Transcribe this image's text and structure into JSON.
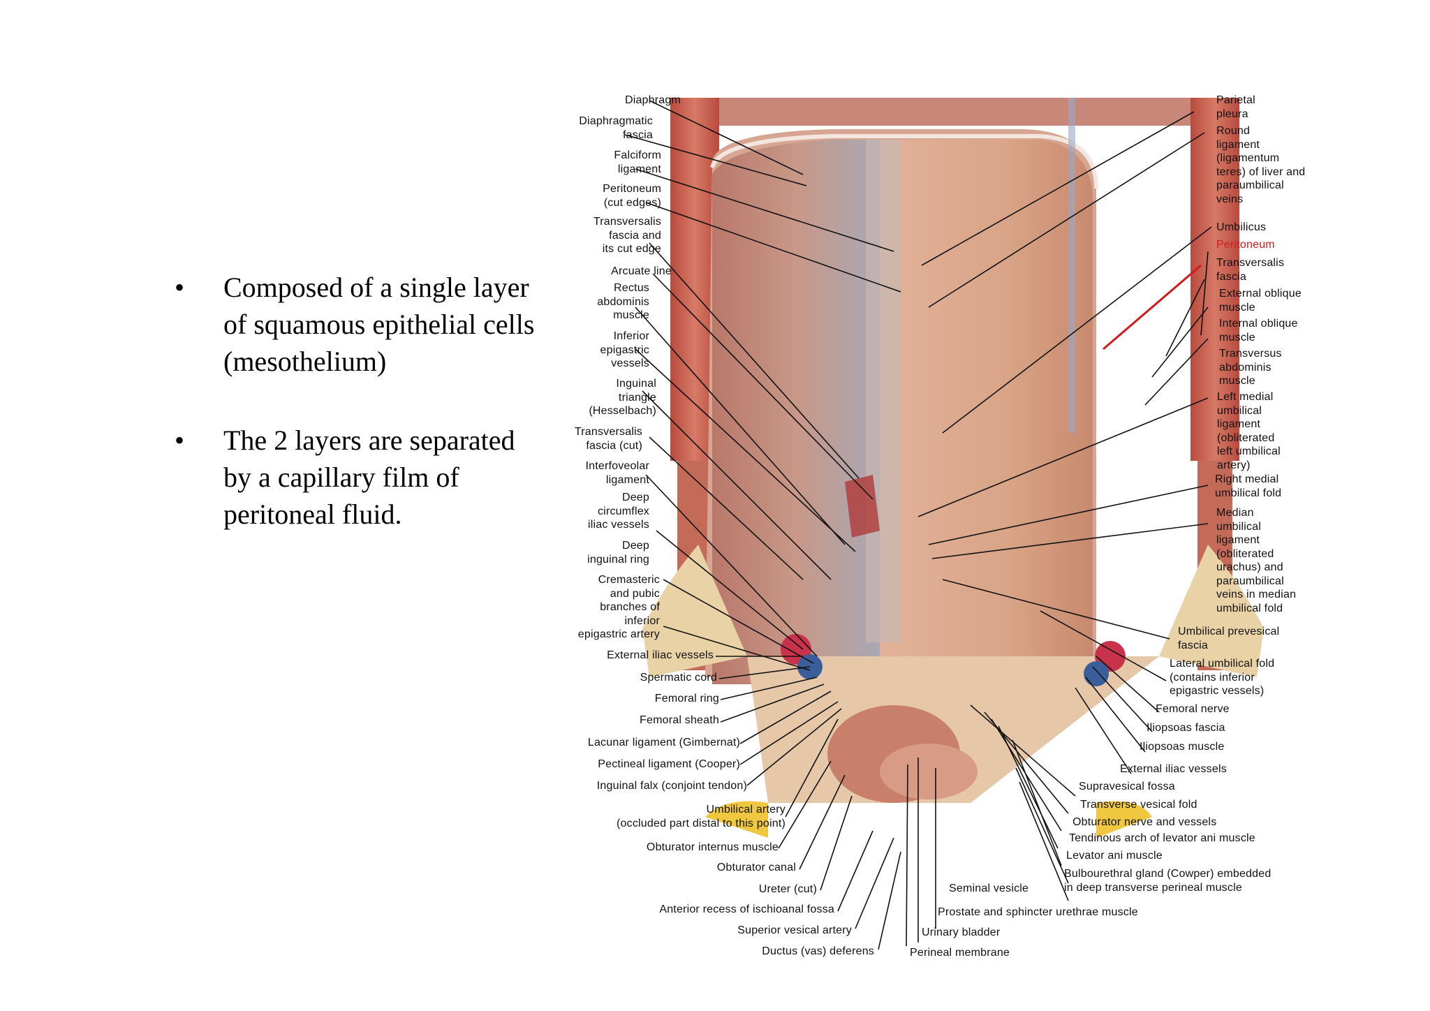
{
  "bullets": [
    {
      "marker": "•",
      "text": "Composed of a single layer of squamous epithelial cells (mesothelium)"
    },
    {
      "marker": "•",
      "text": "The 2 layers are separated by a capillary film of peritoneal fluid."
    }
  ],
  "figure": {
    "left_labels": [
      "Diaphragm",
      "Diaphragmatic\nfascia",
      "Falciform\nligament",
      "Peritoneum\n(cut edges)",
      "Transversalis\nfascia and\nits cut edge",
      "Arcuate line",
      "Rectus\nabdominis\nmuscle",
      "Inferior\nepigastric\nvessels",
      "Inguinal\ntriangle\n(Hesselbach)",
      "Transversalis\nfascia (cut)",
      "Interfoveolar\nligament",
      "Deep\ncircumflex\niliac vessels",
      "Deep\ninguinal ring",
      "Cremasteric\nand pubic\nbranches of\ninferior\nepigastric artery",
      "External iliac vessels",
      "Spermatic cord",
      "Femoral ring",
      "Femoral sheath",
      "Lacunar ligament (Gimbernat)",
      "Pectineal ligament (Cooper)",
      "Inguinal falx (conjoint tendon)",
      "Umbilical artery\n(occluded part distal to this point)",
      "Obturator internus muscle",
      "Obturator canal",
      "Ureter (cut)",
      "Anterior recess of ischioanal fossa",
      "Superior vesical artery",
      "Ductus (vas) deferens"
    ],
    "right_labels": [
      "Parietal\npleura",
      "Round\nligament\n(ligamentum\nteres) of liver and\nparaumbilical\nveins",
      "Umbilicus",
      "Peritoneum",
      "Transversalis\nfascia",
      "External oblique\nmuscle",
      "Internal oblique\nmuscle",
      "Transversus\nabdominis\nmuscle",
      "Left medial\numbilical\nligament\n(obliterated\nleft umbilical\nartery)",
      "Right medial\numbilical fold",
      "Median\numbilical\nligament\n(obliterated\nurachus) and\nparaumbilical\nveins in median\numbilical fold",
      "Umbilical prevesical\nfascia",
      "Lateral umbilical fold\n(contains inferior\nepigastric vessels)",
      "Femoral nerve",
      "Iliopsoas fascia",
      "Iliopsoas muscle",
      "External iliac vessels",
      "Supravesical fossa",
      "Transverse vesical fold",
      "Obturator nerve and vessels",
      "Tendinous arch of levator ani muscle",
      "Levator ani muscle",
      "Bulbourethral gland (Cowper) embedded\nin deep transverse perineal muscle",
      "Seminal vesicle",
      "Prostate and sphincter urethrae muscle",
      "Urinary bladder",
      "Perineal membrane"
    ],
    "highlight_color": "#d21a1a"
  }
}
